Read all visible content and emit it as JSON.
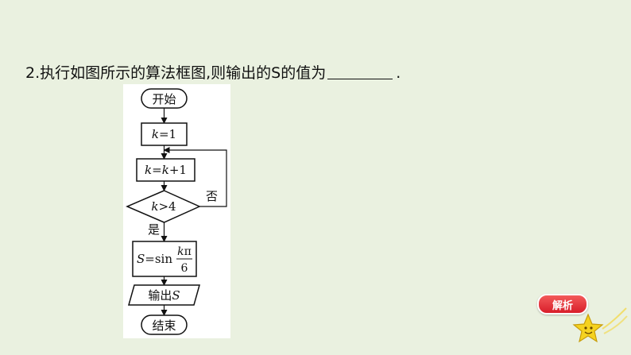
{
  "question": {
    "number": "2.",
    "text": "执行如图所示的算法框图,则输出的S的值为",
    "end": "."
  },
  "flowchart": {
    "start": "开始",
    "init": {
      "var": "k",
      "rest": "=1"
    },
    "update": {
      "a": "k",
      "b": "=",
      "c": "k",
      "d": "+1"
    },
    "cond": {
      "var": "k",
      "rest": ">4"
    },
    "no_label": "否",
    "yes_label": "是",
    "assign": {
      "lhs": "S",
      "eq": "=sin",
      "num_var": "k",
      "num_pi": "π",
      "den": "6"
    },
    "output": {
      "text": "输出",
      "var": "S"
    },
    "end": "结束"
  },
  "analysis_button": {
    "label": "解析"
  },
  "colors": {
    "background": "#eaf1e0",
    "button": "#e0303a",
    "star": "#f5d21f"
  }
}
